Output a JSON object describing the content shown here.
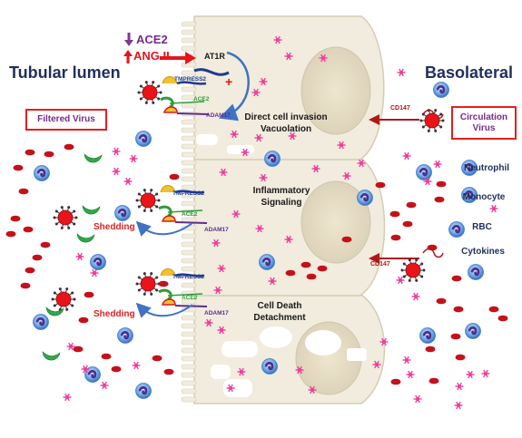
{
  "titles": {
    "left": "Tubular lumen",
    "right": "Basolateral"
  },
  "boxes": {
    "filtered": "Filtered Virus",
    "circulation_line1": "Circulation",
    "circulation_line2": "Virus"
  },
  "raas": {
    "ace2_down": "ACE2",
    "ang2_up": "ANG II",
    "receptor": "AT1R",
    "plus": "+"
  },
  "molecules": {
    "tmpress2": "TMPRESS2",
    "ace2": "ACE2",
    "adam17": "ADAM17",
    "cd147": "CD147"
  },
  "processes": {
    "invasion_line1": "Direct cell invasion",
    "invasion_line2": "Vacuolation",
    "inflam_line1": "Inflammatory",
    "inflam_line2": "Signaling",
    "death_line1": "Cell Death",
    "death_line2": "Detachment",
    "shedding": "Shedding"
  },
  "legend": {
    "neutrophil": "Neutrophil",
    "monocyte": "Monocyte",
    "rbc": "RBC",
    "cytokines": "Cytokines"
  },
  "colors": {
    "cell_fill": "#f1ecdd",
    "cell_border": "#d6ccb5",
    "nucleus": "#e3dac4",
    "virus": "#e8141a",
    "rbc": "#c4111a",
    "cytokine": "#ef3d9c",
    "cell_outer": "#3f7fd0",
    "cell_nucleus": "#4b2f8f",
    "title_navy": "#1f2f5c",
    "red_text": "#e02020",
    "purple_text": "#7a2a8a",
    "tmpress2_blue": "#1f3a8f",
    "ace2_green": "#2e9e3a",
    "adam17_purple": "#5c2d91"
  }
}
